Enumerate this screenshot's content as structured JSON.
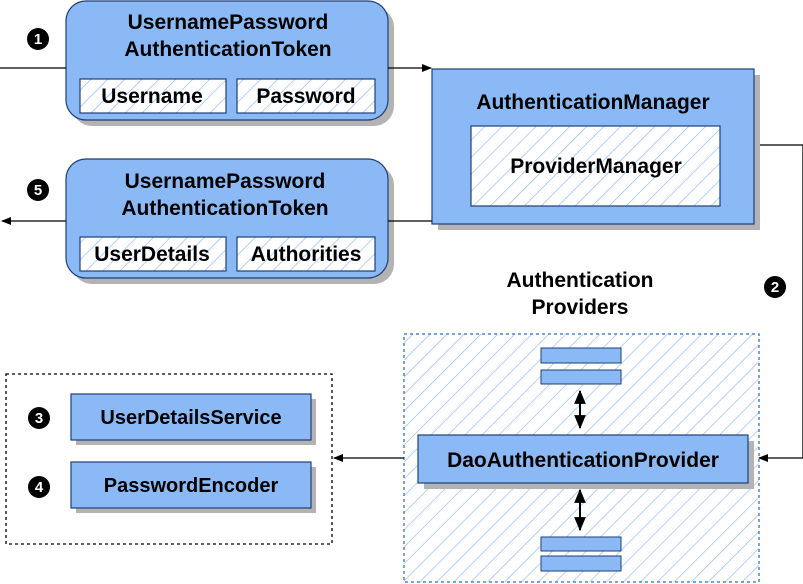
{
  "colors": {
    "box_fill": "#8ab9f5",
    "box_stroke": "#1d3f7a",
    "shadow": "#b3b3b3",
    "hatch": "#8ab9f5",
    "dotted_border": "#4f86c6"
  },
  "request_token": {
    "title_line1": "UsernamePassword",
    "title_line2": "AuthenticationToken",
    "field_1": "Username",
    "field_2": "Password"
  },
  "result_token": {
    "title_line1": "UsernamePassword",
    "title_line2": "AuthenticationToken",
    "field_1": "UserDetails",
    "field_2": "Authorities"
  },
  "authentication_manager": {
    "title": "AuthenticationManager",
    "implementation": "ProviderManager"
  },
  "authentication_providers": {
    "label_line1": "Authentication",
    "label_line2": "Providers",
    "dao_provider": "DaoAuthenticationProvider"
  },
  "dependencies": {
    "user_details_service": "UserDetailsService",
    "password_encoder": "PasswordEncoder"
  },
  "steps": [
    "1",
    "2",
    "3",
    "4",
    "5"
  ]
}
